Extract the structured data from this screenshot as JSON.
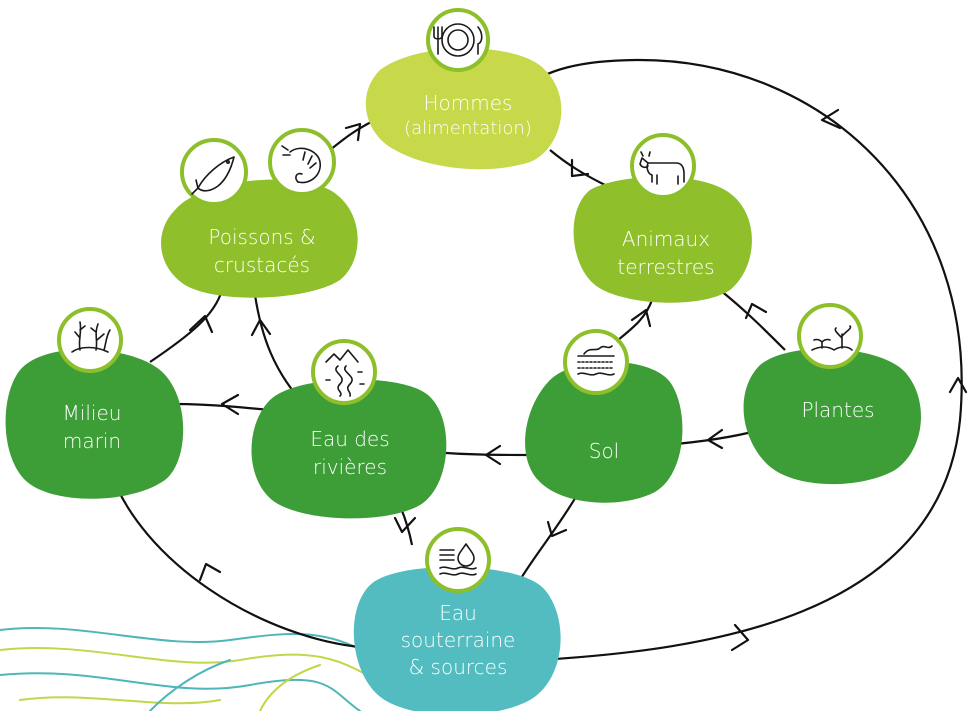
{
  "colors": {
    "food": "#c7d84a",
    "mid_green": "#8fbf2a",
    "dark_green": "#3d9d37",
    "groundwater": "#52bcc0",
    "badge_ring": "#8cbf2a",
    "deco_teal": "#4fb6b8",
    "deco_lime": "#c3d64a"
  },
  "nodes": {
    "hommes": {
      "line1": "Hommes",
      "line2": "(alimentation)",
      "icon": "cutlery-plate-icon"
    },
    "poissons": {
      "line1": "Poissons &",
      "line2": "crustacés",
      "icons": [
        "fish-icon",
        "shrimp-icon"
      ]
    },
    "animaux": {
      "line1": "Animaux",
      "line2": "terrestres",
      "icon": "cow-icon"
    },
    "marin": {
      "line1": "Milieu",
      "line2": "marin",
      "icon": "seaweed-icon"
    },
    "rivieres": {
      "line1": "Eau des",
      "line2": "rivières",
      "icon": "river-icon"
    },
    "sol": {
      "line1": "Sol",
      "icon": "soil-layers-icon"
    },
    "plantes": {
      "line1": "Plantes",
      "icon": "sprouts-icon"
    },
    "souterraine": {
      "line1": "Eau",
      "line2": "souterraine",
      "line3": "& sources",
      "icon": "groundwater-drop-icon"
    }
  }
}
